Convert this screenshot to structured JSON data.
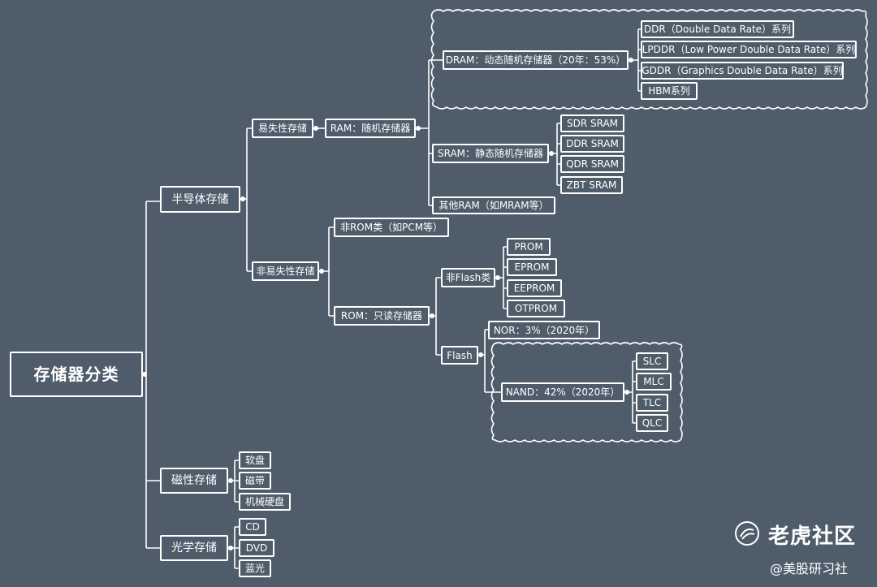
{
  "root": "存储器分类",
  "branches": {
    "semiconductor": "半导体存储",
    "magnetic": "磁性存储",
    "optical": "光学存储"
  },
  "volatile": {
    "label": "易失性存储",
    "ram": "RAM：随机存储器",
    "dram": "DRAM：动态随机存储器（20年：53%）",
    "dram_types": [
      "DDR（Double Data Rate）系列",
      "LPDDR（Low Power Double Data Rate）系列",
      "GDDR（Graphics Double Data Rate）系列",
      "HBM系列"
    ],
    "sram": "SRAM：静态随机存储器",
    "sram_types": [
      "SDR SRAM",
      "DDR SRAM",
      "QDR SRAM",
      "ZBT SRAM"
    ],
    "other_ram": "其他RAM（如MRAM等）"
  },
  "nonvolatile": {
    "label": "非易失性存储",
    "non_rom": "非ROM类（如PCM等）",
    "rom": "ROM：只读存储器",
    "non_flash": "非Flash类",
    "non_flash_types": [
      "PROM",
      "EPROM",
      "EEPROM",
      "OTPROM"
    ],
    "flash": "Flash",
    "nor": "NOR：3%（2020年）",
    "nand": "NAND：42%（2020年）",
    "nand_types": [
      "SLC",
      "MLC",
      "TLC",
      "QLC"
    ]
  },
  "magnetic_items": [
    "软盘",
    "磁带",
    "机械硬盘"
  ],
  "optical_items": [
    "CD",
    "DVD",
    "蓝光"
  ],
  "watermark": {
    "logo_text": "老虎社区",
    "logo_icon": "tiger-logo-icon",
    "sub": "@美股研习社"
  },
  "colors": {
    "background": "#4f5d6b",
    "line": "#ffffff"
  }
}
